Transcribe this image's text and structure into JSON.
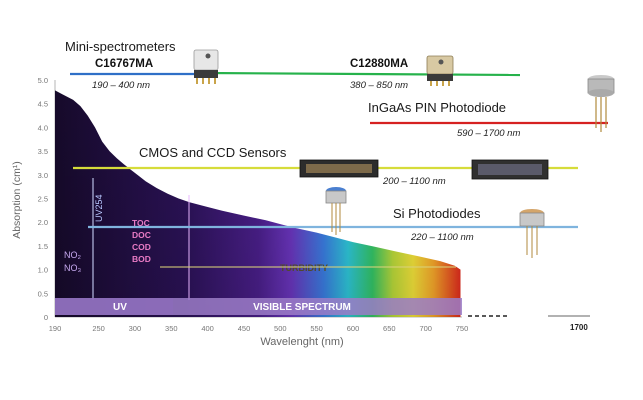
{
  "chart_data": {
    "type": "area",
    "title": "Mini-spectrometers",
    "xlabel": "Wavelenght (nm)",
    "ylabel": "Absorption (cm¹)",
    "xlim": [
      190,
      750
    ],
    "ylim": [
      0,
      5
    ],
    "x_ticks": [
      190,
      250,
      300,
      350,
      400,
      450,
      500,
      550,
      600,
      650,
      700,
      750
    ],
    "y_ticks": [
      0.0,
      0.5,
      1.0,
      1.5,
      2.0,
      2.5,
      3.0,
      3.5,
      4.0,
      4.5,
      5.0
    ],
    "y_tick_labels": [
      "0",
      "0.5",
      "1.0",
      "1.5",
      "2.0",
      "2.5",
      "3.0",
      "3.5",
      "4.0",
      "4.5",
      "5.0"
    ],
    "x_break_label": "1700",
    "absorption_curve": {
      "x": [
        190,
        200,
        215,
        225,
        235,
        245,
        255,
        265,
        275,
        285,
        295,
        305,
        315,
        330,
        345,
        360,
        375,
        390,
        400,
        420,
        450,
        480,
        500,
        520,
        550,
        580,
        600,
        630,
        660,
        690,
        720,
        740,
        748
      ],
      "y": [
        4.78,
        4.7,
        4.58,
        4.45,
        4.25,
        4.0,
        3.7,
        3.5,
        3.35,
        3.22,
        3.1,
        2.98,
        2.86,
        2.72,
        2.6,
        2.5,
        2.42,
        2.36,
        2.32,
        2.24,
        2.14,
        2.04,
        1.96,
        1.88,
        1.78,
        1.66,
        1.58,
        1.48,
        1.38,
        1.28,
        1.18,
        1.08,
        1.0
      ]
    },
    "ranges": [
      {
        "name": "C16767MA",
        "label": "190 – 400 nm",
        "color": "#2f6fc7"
      },
      {
        "name": "C12880MA",
        "label": "380 – 850 nm",
        "color": "#26b24b"
      },
      {
        "name": "InGaAs PIN Photodiode",
        "label": "590 – 1700 nm",
        "color": "#d62121"
      },
      {
        "name": "CMOS and CCD Sensors",
        "label": "200 – 1100 nm",
        "color": "#d6dc3a"
      },
      {
        "name": "Si Photodiodes",
        "label": "220 – 1100 nm",
        "color": "#7fb4de"
      }
    ],
    "annotations": {
      "uv254": "UV254",
      "no2": "NO₂",
      "no3": "NO₃",
      "organics": [
        "TOC",
        "DOC",
        "COD",
        "BOD"
      ],
      "turbidity": "TURBIDITY",
      "uv": "UV",
      "visible_spectrum": "VISIBLE SPECTRUM"
    },
    "grid": false,
    "legend": "none"
  }
}
